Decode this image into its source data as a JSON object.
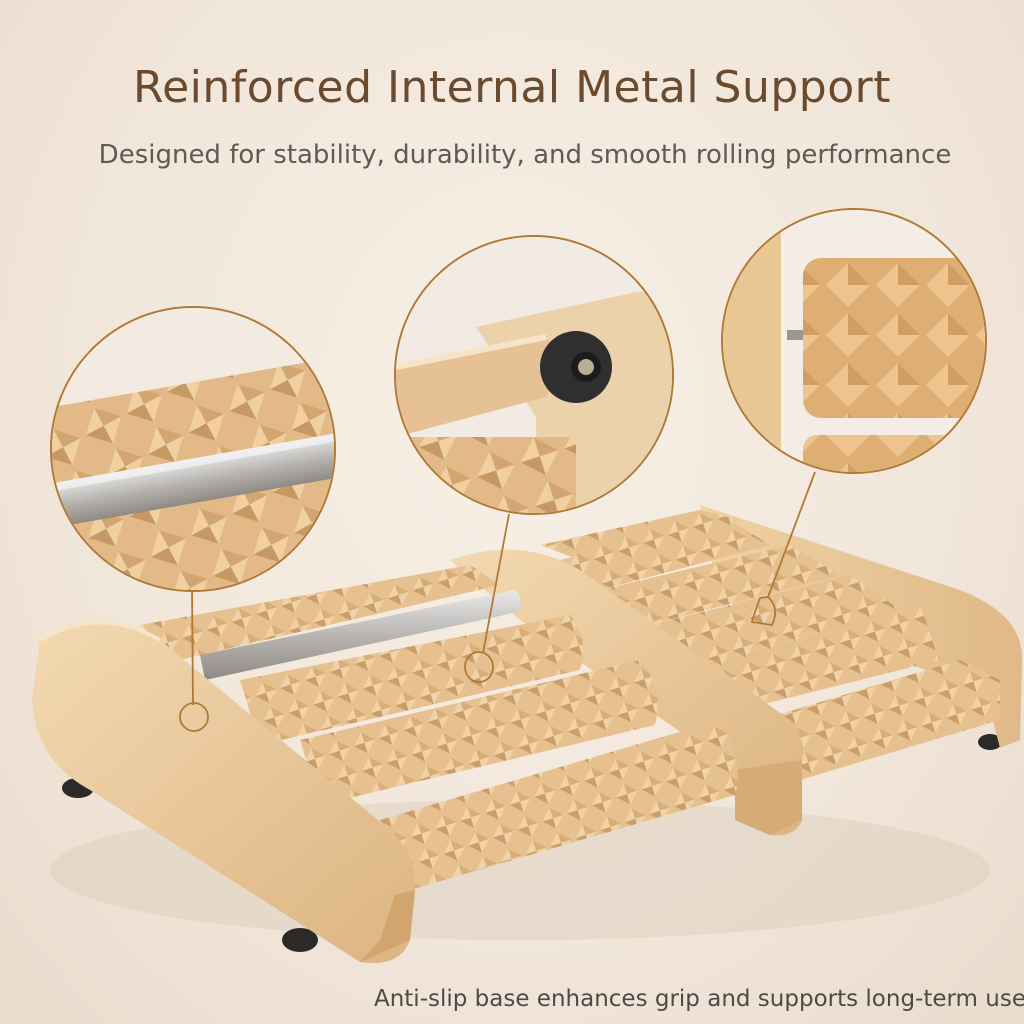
{
  "header": {
    "title": "Reinforced Internal Metal Support",
    "subtitle": "Designed for stability, durability, and smooth rolling performance"
  },
  "footer": {
    "caption": "Anti-slip base enhances grip and supports long-term use"
  },
  "product": {
    "name": "wooden-foot-massage-roller",
    "callouts": [
      {
        "id": "metal-rod",
        "description": "internal metal support rod between rollers"
      },
      {
        "id": "end-cap",
        "description": "black rubber end cap with screw on roller axle"
      },
      {
        "id": "roller-texture",
        "description": "close-up of pyramid-textured wooden roller"
      }
    ]
  },
  "colors": {
    "title": "#6b4a2e",
    "subtitle": "#5f5a55",
    "accent_line": "#b07a35",
    "background": "#f4ebe1",
    "wood": "#e8c79a"
  }
}
